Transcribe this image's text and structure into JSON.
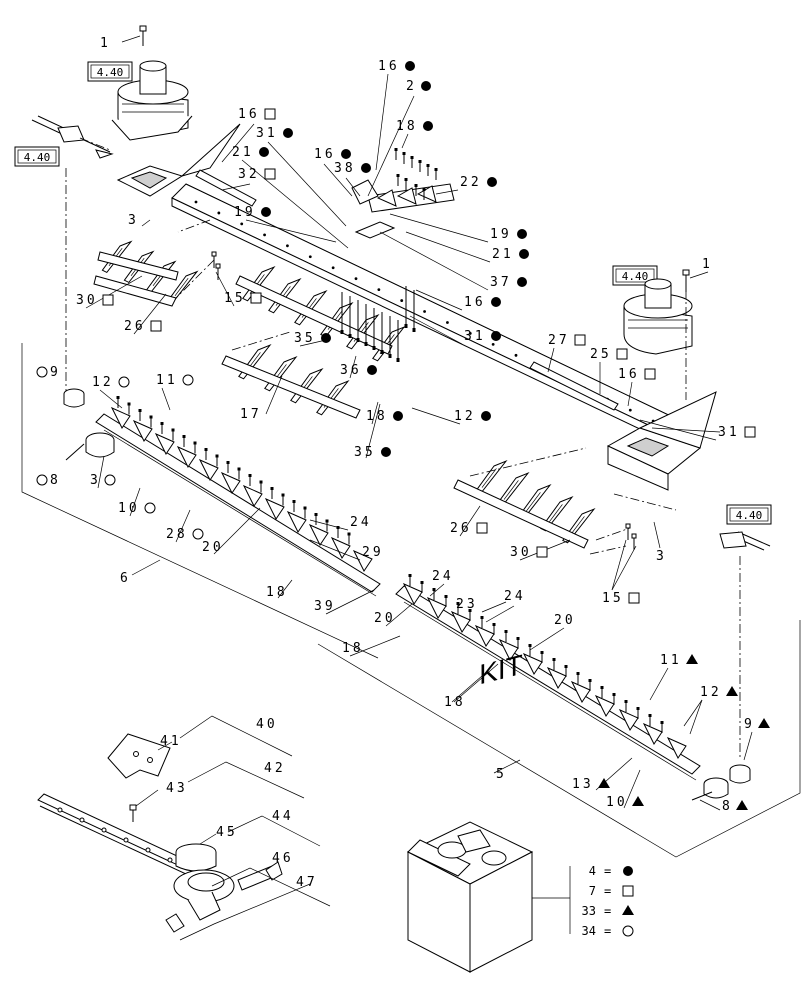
{
  "refs": {
    "r_4_40": "4.40"
  },
  "callouts": {
    "c1": "1",
    "c2": "2",
    "c3": "3",
    "c5": "5",
    "c6": "6",
    "c8": "8",
    "c9": "9",
    "c10": "10",
    "c11": "11",
    "c12": "12",
    "c13": "13",
    "c15": "15",
    "c16": "16",
    "c17": "17",
    "c18": "18",
    "c19": "19",
    "c20": "20",
    "c21": "21",
    "c22": "22",
    "c23": "23",
    "c24": "24",
    "c25": "25",
    "c26": "26",
    "c27": "27",
    "c28": "28",
    "c29": "29",
    "c30": "30",
    "c31": "31",
    "c32": "32",
    "c35": "35",
    "c36": "36",
    "c37": "37",
    "c38": "38",
    "c39": "39",
    "c40": "40",
    "c41": "41",
    "c42": "42",
    "c43": "43",
    "c44": "44",
    "c45": "45",
    "c46": "46",
    "c47": "47"
  },
  "kit": {
    "label": "KIT",
    "legend": [
      {
        "number": "4",
        "eq": "=",
        "symbol": "filled-circle"
      },
      {
        "number": "7",
        "eq": "=",
        "symbol": "open-square"
      },
      {
        "number": "33",
        "eq": "=",
        "symbol": "filled-triangle"
      },
      {
        "number": "34",
        "eq": "=",
        "symbol": "open-circle"
      }
    ]
  }
}
